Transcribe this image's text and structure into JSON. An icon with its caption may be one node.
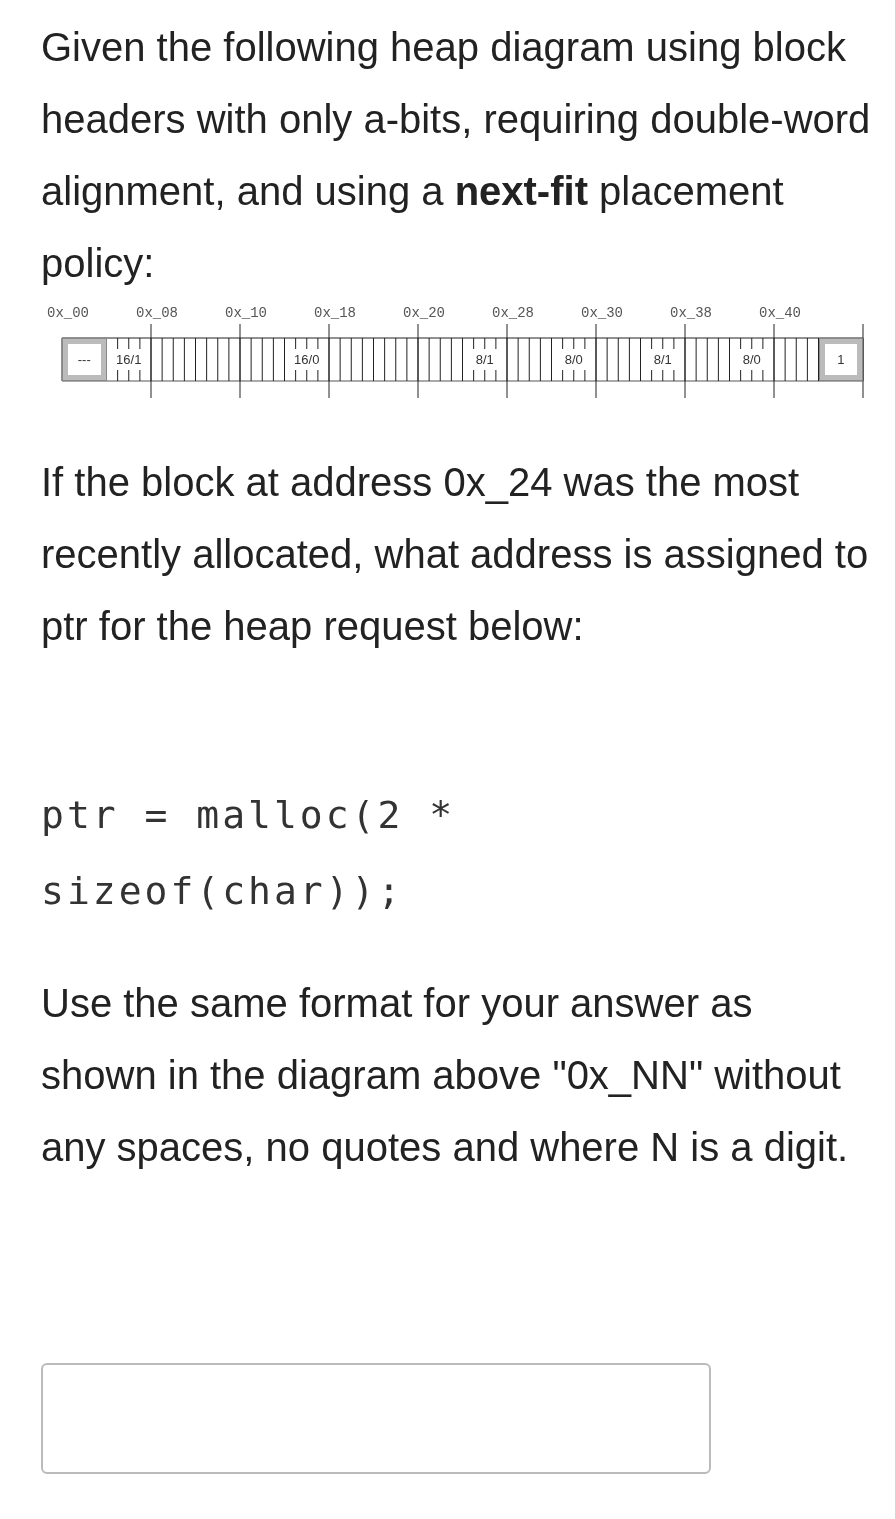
{
  "diagram": {
    "nodes": [
      {
        "text": [
          "---"
        ]
      },
      {
        "text": [
          "16/1"
        ]
      },
      {
        "text": [
          "16/0"
        ]
      },
      {
        "text": [
          "8/1"
        ]
      },
      {
        "text": [
          "8/0"
        ]
      },
      {
        "text": [
          "8/1"
        ]
      },
      {
        "text": [
          "8/0"
        ]
      },
      {
        "text": [
          "1"
        ]
      }
    ],
    "labels": [
      "Given the following heap diagram using block headers with only a-bits, requiring double-word alignment, and using a **next-fit** placement policy:",
      "0x_00",
      "0x_08",
      "0x_10",
      "0x_18",
      "0x_20",
      "0x_28",
      "0x_30",
      "0x_38",
      "0x_40",
      "If the block at address 0x_24 was the most recently allocated, what address is assigned to ptr for the heap request below:",
      "ptr = malloc(2 * sizeof(char));",
      "Use the same format for your answer as shown in the diagram above \"0x_NN\" without any spaces, no quotes and where N is a digit."
    ]
  }
}
